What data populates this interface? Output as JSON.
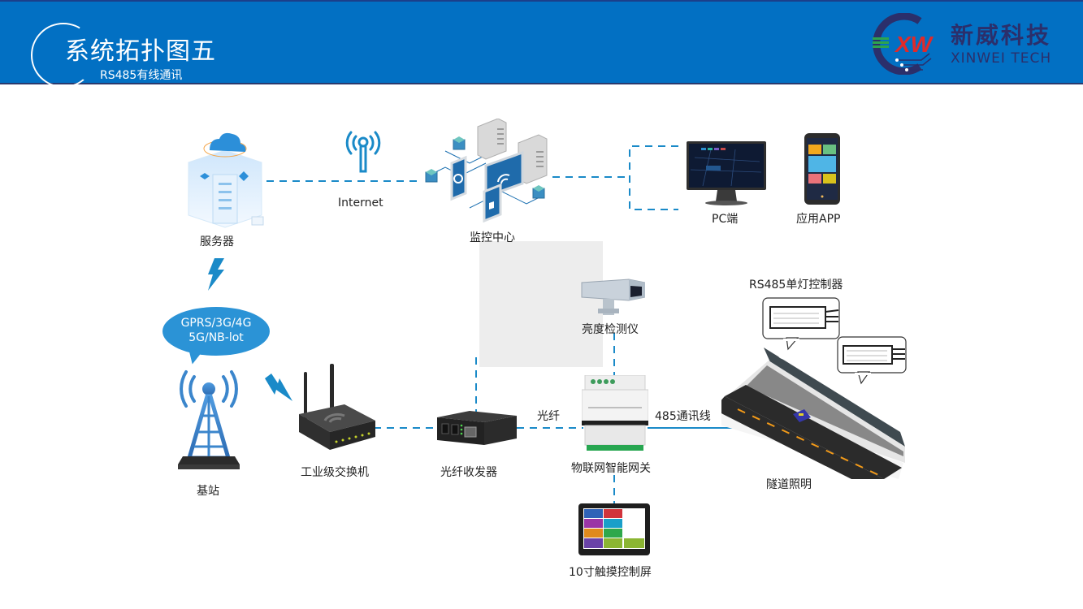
{
  "header": {
    "title": "系统拓扑图五",
    "subtitle": "RS485有线通讯",
    "background_color": "#0270c3",
    "logo": {
      "mark": "XW",
      "name_cn": "新威科技",
      "name_en": "XINWEI TECH"
    }
  },
  "nodes": {
    "server": {
      "label": "服务器",
      "icon": "cloud-server-icon"
    },
    "internet": {
      "label": "Internet",
      "icon": "antenna-icon"
    },
    "monitor_center": {
      "label": "监控中心",
      "icon": "monitoring-center-icon"
    },
    "pc": {
      "label": "PC端",
      "icon": "desktop-monitor-icon"
    },
    "app": {
      "label": "应用APP",
      "icon": "smartphone-icon"
    },
    "network_bubble": {
      "line1": "GPRS/3G/4G",
      "line2": "5G/NB-lot"
    },
    "base_station": {
      "label": "基站",
      "icon": "cell-tower-icon"
    },
    "industrial_switch": {
      "label": "工业级交换机",
      "icon": "router-icon"
    },
    "fiber_transceiver": {
      "label": "光纤收发器",
      "icon": "fiber-transceiver-icon"
    },
    "brightness_detector": {
      "label": "亮度检测仪",
      "icon": "camera-housing-icon"
    },
    "iot_gateway": {
      "label": "物联网智能网关",
      "icon": "din-rail-gateway-icon"
    },
    "touch_screen": {
      "label": "10寸触摸控制屏",
      "icon": "touch-panel-icon"
    },
    "single_lamp_controller": {
      "label": "RS485单灯控制器",
      "icon": "lamp-controller-icon"
    },
    "tunnel_lighting": {
      "label": "隧道照明",
      "icon": "tunnel-road-icon"
    }
  },
  "links": {
    "fiber": "光纤",
    "rs485": "485通讯线"
  },
  "colors": {
    "link": "#1a8ac8",
    "bubble": "#2b93d6",
    "logo_text": "#2b2f6b",
    "logo_red": "#e02a2a"
  }
}
